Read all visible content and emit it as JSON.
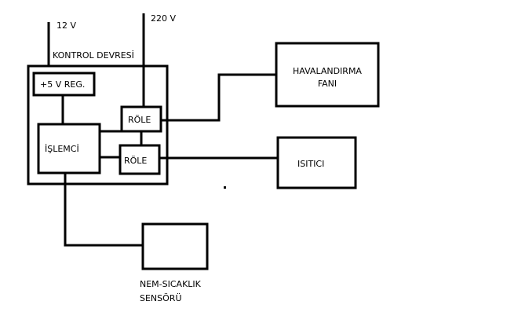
{
  "diagram": {
    "supply_12v": "12 V",
    "supply_220v": "220 V",
    "control_circuit": "KONTROL DEVRESİ",
    "regulator": "+5 V REG.",
    "processor": "İŞLEMCİ",
    "relay_top": "RÖLE",
    "relay_bottom": "RÖLE",
    "fan_line1": "HAVALANDIRMA",
    "fan_line2": "FANI",
    "heater": "ISITICI",
    "sensor_line1": "NEM-SICAKLIK",
    "sensor_line2": "SENSÖRÜ"
  }
}
